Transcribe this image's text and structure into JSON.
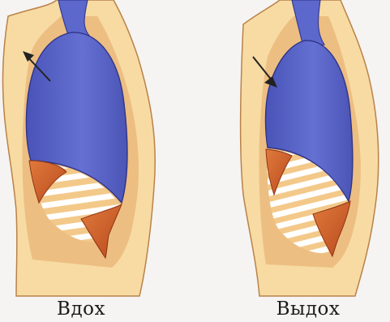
{
  "captions": {
    "inhale": "Вдох",
    "exhale": "Выдох"
  },
  "colors": {
    "background": "#f6f4f2",
    "body_tissue": "#f6d9a0",
    "body_outline": "#b07a3a",
    "inner_wall": "#e7b676",
    "lung": "#5b66c8",
    "lung_dark": "#3a3f99",
    "lung_highlight": "#8f96e0",
    "diaphragm_muscle": "#d8642e",
    "diaphragm_dark": "#a8401a",
    "ribs": "#ffffff",
    "arrow": "#2a2a2a"
  },
  "icons": {
    "inhale_arrow": "arrow-up-left",
    "exhale_arrow": "arrow-down-right"
  }
}
